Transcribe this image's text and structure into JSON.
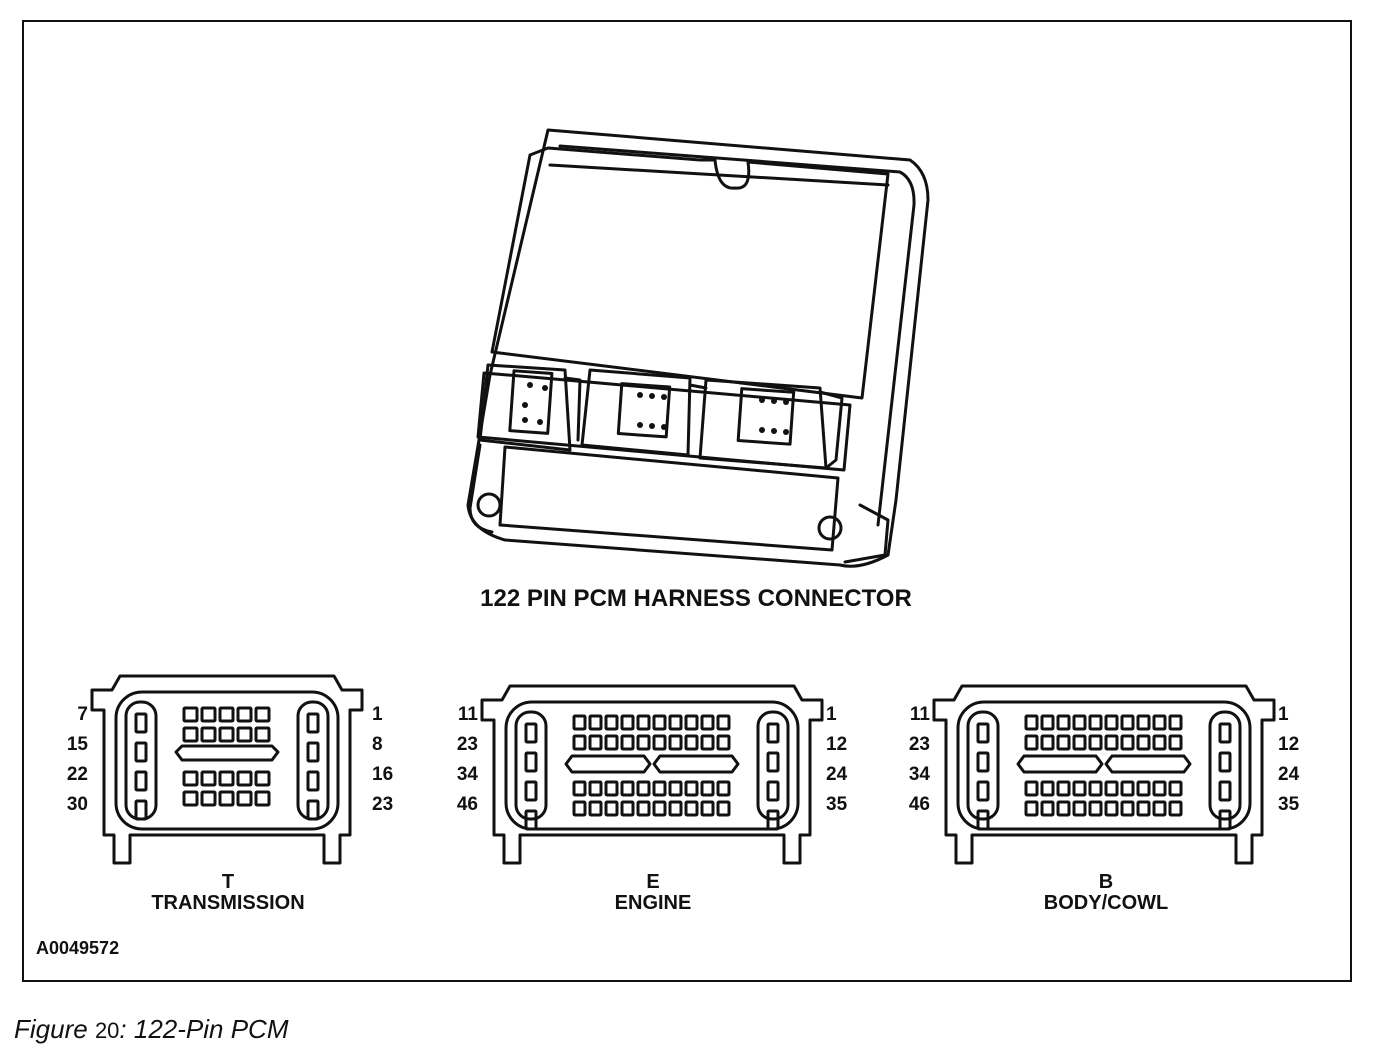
{
  "diagram": {
    "main_title": "122 PIN PCM HARNESS CONNECTOR",
    "figure_id": "A0049572",
    "connectors": [
      {
        "letter": "T",
        "name": "TRANSMISSION",
        "left_pins": [
          "7",
          "15",
          "22",
          "30"
        ],
        "right_pins": [
          "1",
          "8",
          "16",
          "23"
        ]
      },
      {
        "letter": "E",
        "name": "ENGINE",
        "left_pins": [
          "11",
          "23",
          "34",
          "46"
        ],
        "right_pins": [
          "1",
          "12",
          "24",
          "35"
        ]
      },
      {
        "letter": "B",
        "name": "BODY/COWL",
        "left_pins": [
          "11",
          "23",
          "34",
          "46"
        ],
        "right_pins": [
          "1",
          "12",
          "24",
          "35"
        ]
      }
    ]
  },
  "caption": {
    "prefix": "Figure",
    "number": "20",
    "text": ": 122-Pin PCM"
  }
}
